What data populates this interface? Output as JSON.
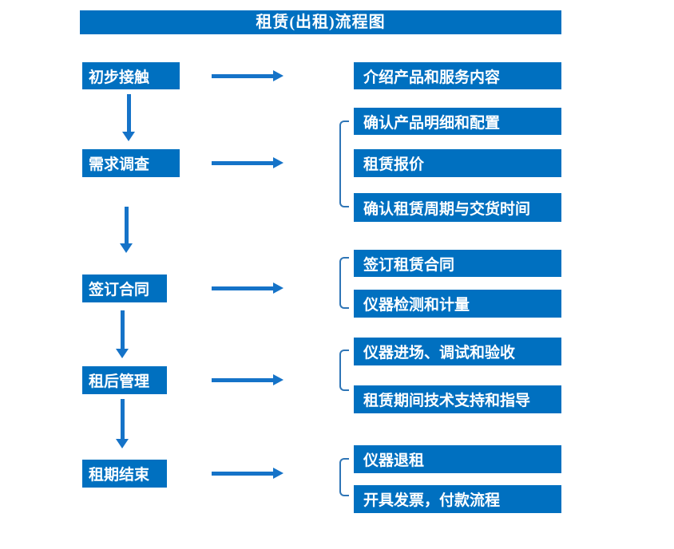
{
  "title": "租赁(出租)流程图",
  "colors": {
    "box": "#0070C0",
    "arrow": "#1573C8",
    "bracket": "#2E75B6",
    "text": "#FFFFFF"
  },
  "steps": [
    {
      "label": "初步接触",
      "outputs": [
        "介绍产品和服务内容"
      ]
    },
    {
      "label": "需求调查",
      "outputs": [
        "确认产品明细和配置",
        "租赁报价",
        "确认租赁周期与交货时间"
      ]
    },
    {
      "label": "签订合同",
      "outputs": [
        "签订租赁合同",
        "仪器检测和计量"
      ]
    },
    {
      "label": "租后管理",
      "outputs": [
        "仪器进场、调试和验收",
        "租赁期间技术支持和指导"
      ]
    },
    {
      "label": "租期结束",
      "outputs": [
        "仪器退租",
        "开具发票，付款流程"
      ]
    }
  ]
}
